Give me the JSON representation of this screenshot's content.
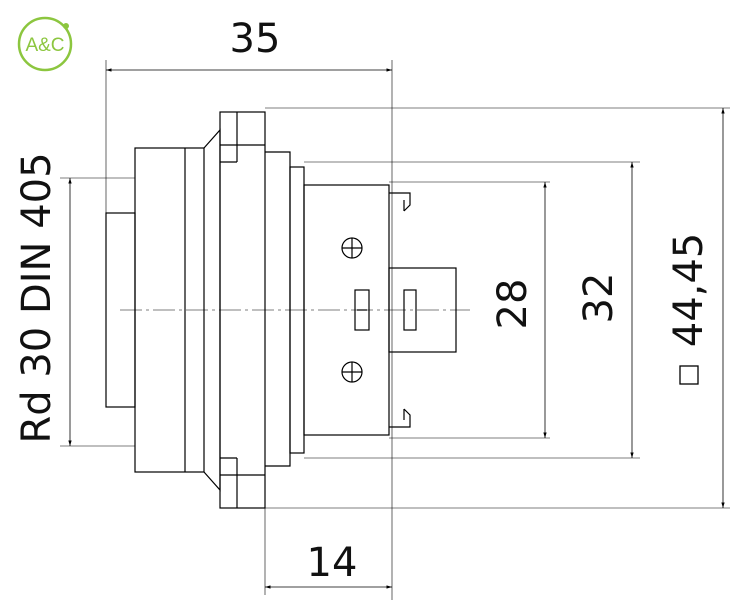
{
  "logo": {
    "text": "A&C",
    "color": "#8cc63f"
  },
  "dimensions": {
    "overall_length": "35",
    "flange_to_rear": "14",
    "inner_height": "28",
    "body_height": "32",
    "flange_square": "44,45",
    "thread": "Rd 30 DIN 405"
  },
  "colors": {
    "line": "#000000",
    "accent": "#8cc63f"
  }
}
